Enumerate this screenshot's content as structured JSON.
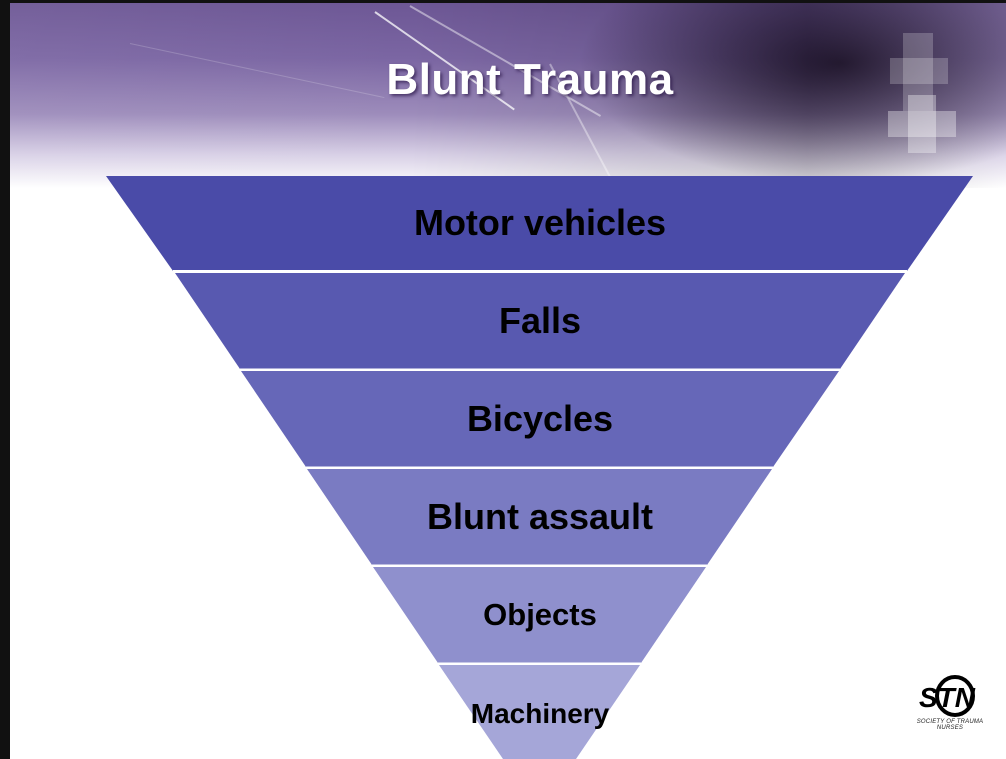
{
  "slide": {
    "title": "Blunt Trauma"
  },
  "funnel": {
    "layers": [
      {
        "label": "Motor vehicles",
        "color": "#4a4ba8"
      },
      {
        "label": "Falls",
        "color": "#5859b0"
      },
      {
        "label": "Bicycles",
        "color": "#6667b8"
      },
      {
        "label": "Blunt assault",
        "color": "#7a7bc2"
      },
      {
        "label": "Objects",
        "color": "#8f90cd"
      },
      {
        "label": "Machinery",
        "color": "#a5a6d8"
      }
    ]
  },
  "logo": {
    "mark": "STN",
    "caption": "SOCIETY OF TRAUMA NURSES",
    "icon": "stn-logo-icon"
  },
  "colors": {
    "banner": "#7b66a3",
    "title_text": "#ffffff",
    "divider": "#ffffff"
  }
}
